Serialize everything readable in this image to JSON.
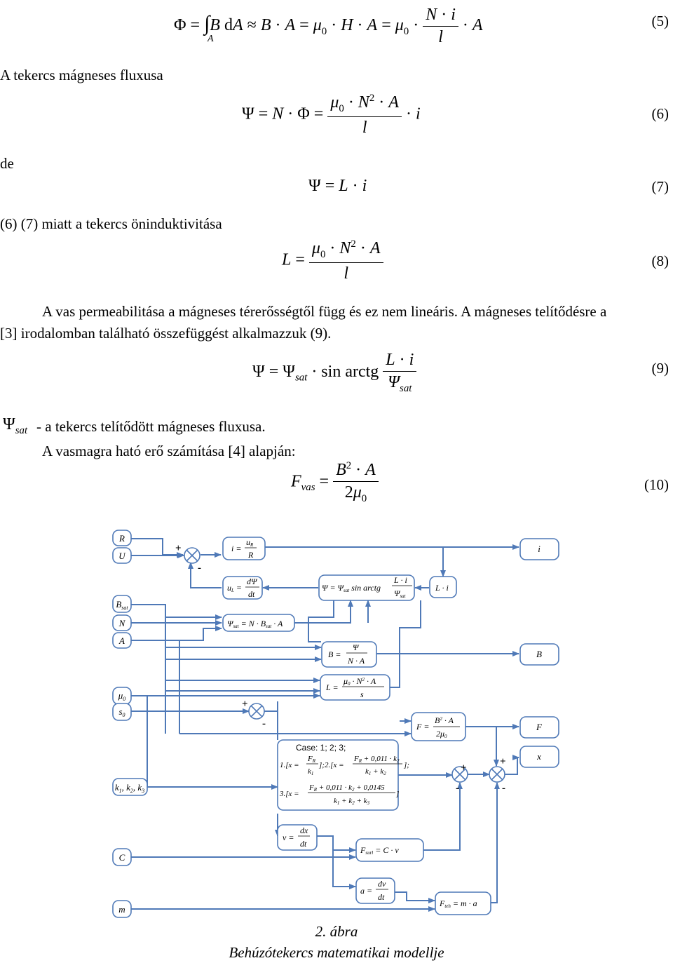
{
  "text": {
    "p1": "A tekercs mágneses fluxusa",
    "p2": "de",
    "p3": "(6) (7) miatt a tekercs önindukti­vitása",
    "p4a": "A vas permeabilitása a mágneses térerősségtől függ és ez nem lineáris. A mágneses telítődésre a",
    "p4b": "[3] irodalomban található összefüggést alkalmazzuk (9).",
    "p5": "- a tekercs telítődött mágneses fluxusa.",
    "p6": "A vasmagra ható erő számítása [4] alapján:"
  },
  "equation_numbers": {
    "eq5": "(5)",
    "eq6": "(6)",
    "eq7": "(7)",
    "eq8": "(8)",
    "eq9": "(9)",
    "eq10": "(10)"
  },
  "diagram": {
    "inputs": {
      "R": "R",
      "U": "U",
      "N": "N",
      "A": "A",
      "mu0": "μ",
      "mu0_sub": "0",
      "s0": "s",
      "s0_sub": "0",
      "C": "C",
      "m": "m"
    },
    "outputs": {
      "i": "i",
      "B": "B",
      "F": "F",
      "x": "x"
    },
    "case_line": "Case: 1; 2; 3;",
    "signs": {
      "plus": "+",
      "minus": "-"
    }
  },
  "caption": {
    "line1": "2. ábra",
    "line2": "Behúzótekercs matematikai modellje"
  }
}
